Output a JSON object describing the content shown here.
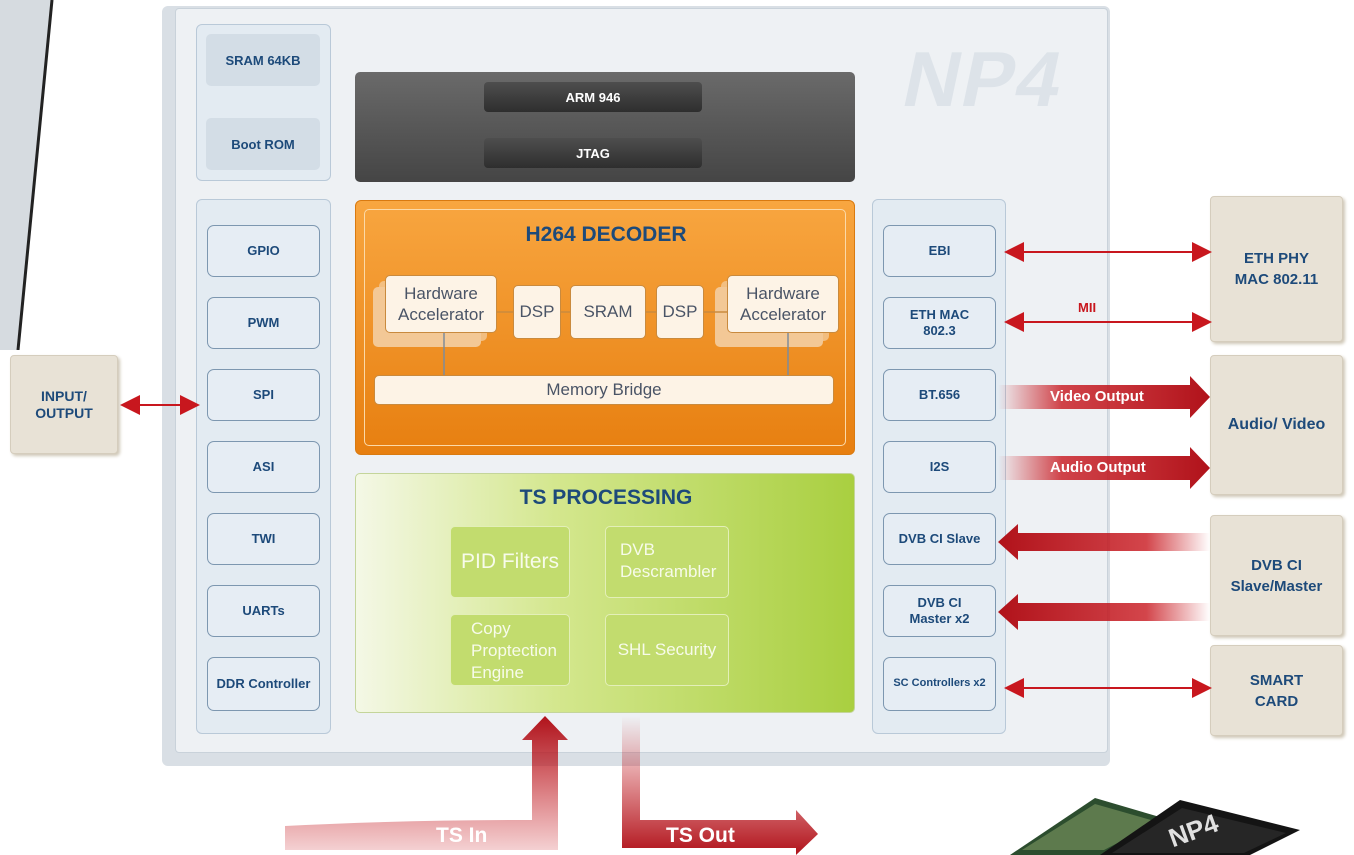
{
  "watermark": "NP4",
  "memory": {
    "sram": "SRAM 64KB",
    "boot_rom": "Boot ROM"
  },
  "cpu": {
    "arm": "ARM 946",
    "jtag": "JTAG"
  },
  "left_blocks": [
    "GPIO",
    "PWM",
    "SPI",
    "ASI",
    "TWI",
    "UARTs",
    "DDR Controller"
  ],
  "decoder": {
    "title": "H264 DECODER",
    "hw_left": "Hardware Accelerator",
    "dsp_left": "DSP",
    "sram": "SRAM",
    "dsp_right": "DSP",
    "hw_right": "Hardware Accelerator",
    "memory_bridge": "Memory Bridge"
  },
  "ts_processing": {
    "title": "TS PROCESSING",
    "pid_filters": "PID Filters",
    "dvb_descrambler": "DVB Descrambler",
    "copy_protection": "Copy Proptection Engine",
    "shl_security": "SHL Security"
  },
  "right_blocks": [
    "EBI",
    "ETH MAC 802.3",
    "BT.656",
    "I2S",
    "DVB CI Slave",
    "DVB CI Master x2",
    "SC Controllers x2"
  ],
  "external": {
    "input_output": "INPUT/ OUTPUT",
    "eth_phy": "ETH PHY MAC 802.11",
    "audio_video": "Audio/ Video",
    "dvb_ci": "DVB CI Slave/Master",
    "smart_card": "SMART CARD"
  },
  "signals": {
    "mii": "MII",
    "video_output": "Video Output",
    "audio_output": "Audio Output",
    "ts_in": "TS In",
    "ts_out": "TS Out"
  },
  "colors": {
    "navy": "#1d4a7a",
    "orange": "#f29a30",
    "green": "#a9cf40",
    "red": "#c8171e"
  }
}
